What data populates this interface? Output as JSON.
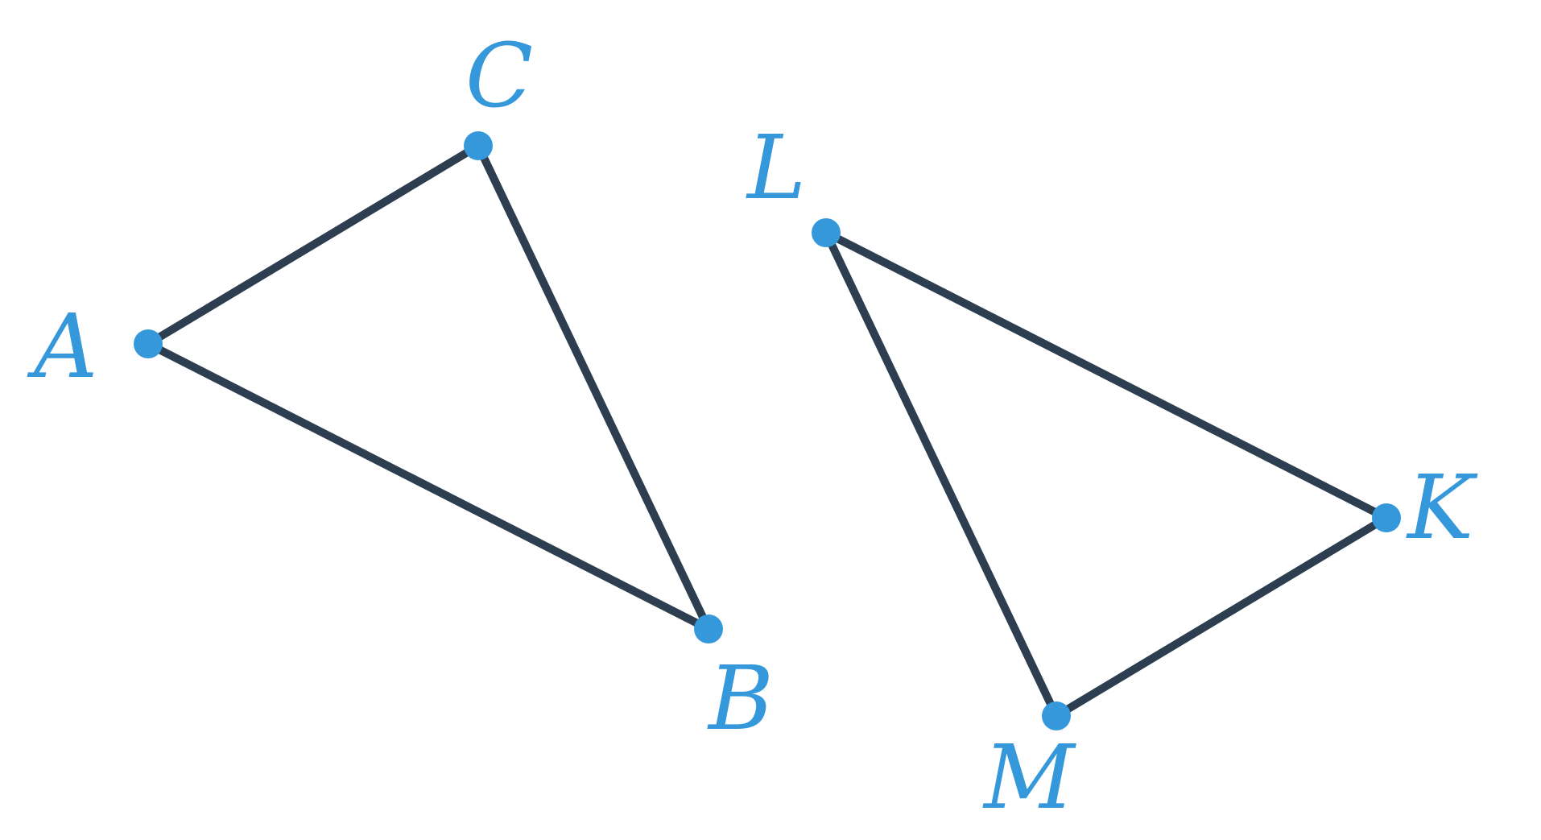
{
  "colors": {
    "edge": "#2c3e50",
    "point": "#3498db",
    "label": "#3498db",
    "background": "#ffffff"
  },
  "triangles": [
    {
      "name": "ABC",
      "vertices": [
        "A",
        "B",
        "C"
      ],
      "edges": [
        [
          "A",
          "C"
        ],
        [
          "C",
          "B"
        ],
        [
          "A",
          "B"
        ]
      ]
    },
    {
      "name": "KLM",
      "vertices": [
        "K",
        "L",
        "M"
      ],
      "edges": [
        [
          "L",
          "K"
        ],
        [
          "K",
          "M"
        ],
        [
          "L",
          "M"
        ]
      ]
    }
  ],
  "labels": {
    "A": "A",
    "B": "B",
    "C": "C",
    "K": "K",
    "L": "L",
    "M": "M"
  }
}
